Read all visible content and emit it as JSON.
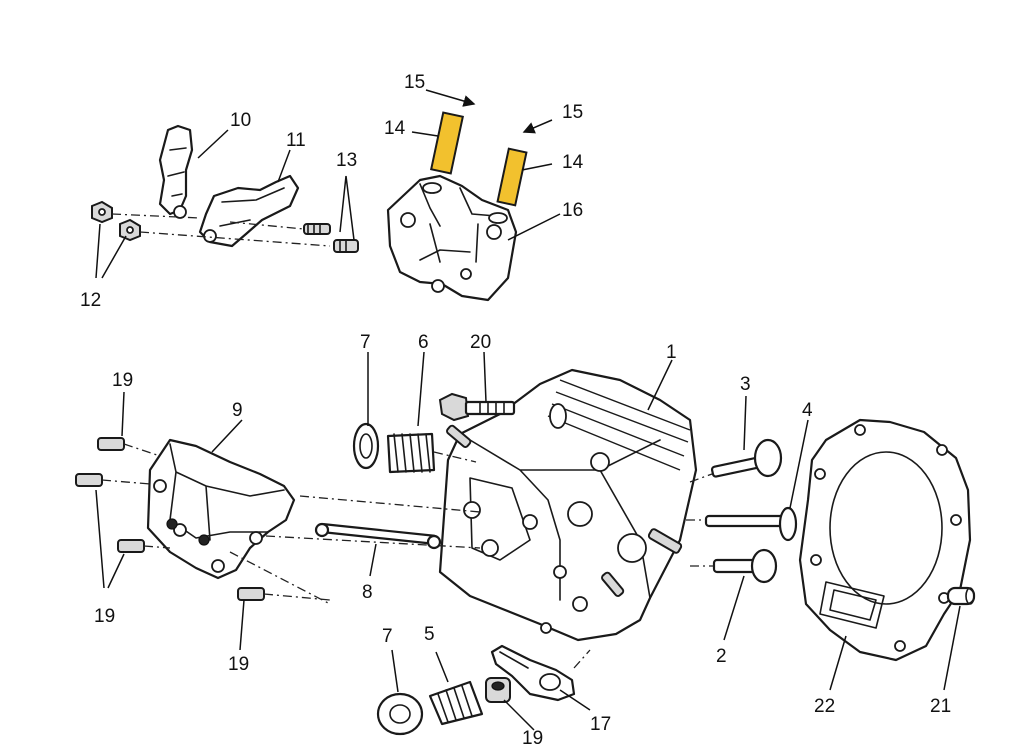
{
  "accent_color": "#f2c12e",
  "labels": {
    "l1": "1",
    "l2": "2",
    "l3": "3",
    "l4": "4",
    "l5": "5",
    "l6": "6",
    "l7a": "7",
    "l7b": "7",
    "l8": "8",
    "l9": "9",
    "l10": "10",
    "l11": "11",
    "l12": "12",
    "l13": "13",
    "l14a": "14",
    "l14b": "14",
    "l15a": "15",
    "l15b": "15",
    "l16": "16",
    "l17": "17",
    "l19a": "19",
    "l19b": "19",
    "l19c": "19",
    "l19d": "19",
    "l20": "20",
    "l21": "21",
    "l22": "22"
  }
}
